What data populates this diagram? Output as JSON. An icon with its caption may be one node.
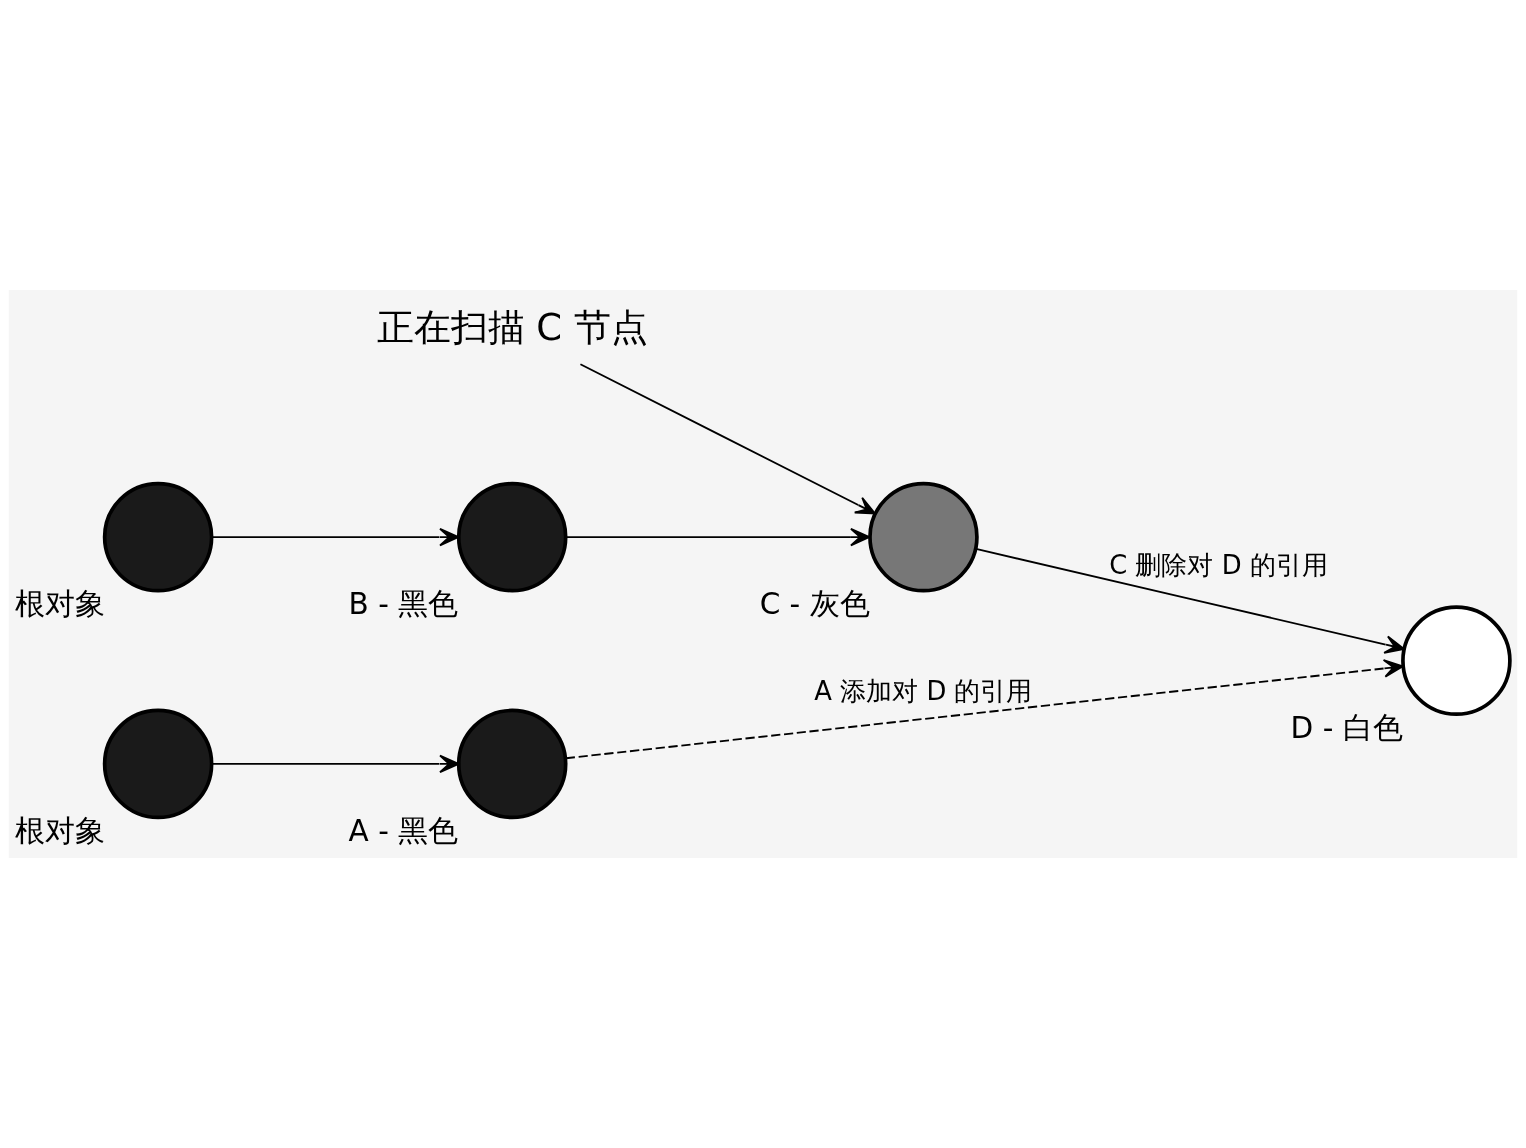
{
  "diagram": {
    "nodes": [
      {
        "text": [],
        "shape": "circle",
        "beside": [
          "根对象"
        ]
      },
      {
        "text": [],
        "shape": "circle",
        "beside": [
          "B - 黑色"
        ]
      },
      {
        "text": [],
        "shape": "circle",
        "beside": [
          "C - 灰色"
        ]
      },
      {
        "text": [],
        "shape": "circle",
        "beside": [
          "D - 白色"
        ]
      },
      {
        "text": [],
        "shape": "circle",
        "beside": [
          "根对象"
        ]
      },
      {
        "text": [],
        "shape": "circle",
        "beside": [
          "A - 黑色"
        ]
      },
      {
        "text": [
          "正在扫描 C 节点"
        ]
      }
    ],
    "edges": [
      {
        "from": 0,
        "to": 1,
        "arrow": "to"
      },
      {
        "from": 1,
        "to": 2,
        "arrow": "to"
      },
      {
        "from": 6,
        "to": 2,
        "arrow": "to"
      },
      {
        "from": 2,
        "to": 3,
        "arrow": "to",
        "label": "C 删除对 D 的引用"
      },
      {
        "from": 4,
        "to": 5,
        "arrow": "to"
      },
      {
        "from": 5,
        "to": 3,
        "arrow": "to",
        "style": "dashed",
        "label": "A 添加对 D 的引用"
      }
    ]
  }
}
